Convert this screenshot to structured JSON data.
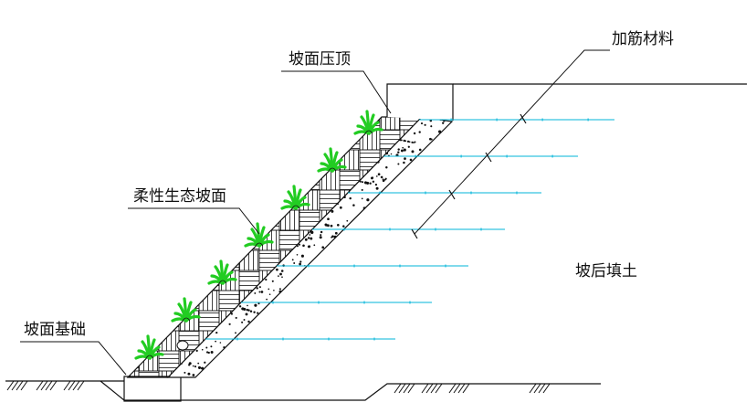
{
  "diagram": {
    "labels": {
      "crest_cap": "坡面压顶",
      "reinforcement": "加筋材料",
      "flexible_face": "柔性生态坡面",
      "backfill": "坡后填土",
      "foundation": "坡面基础"
    },
    "geogrid_layers": 7,
    "plant_groups": 7,
    "colors": {
      "line": "#111111",
      "geogrid": "#00b4d8",
      "plant": "#22cc22",
      "background": "#ffffff"
    }
  }
}
